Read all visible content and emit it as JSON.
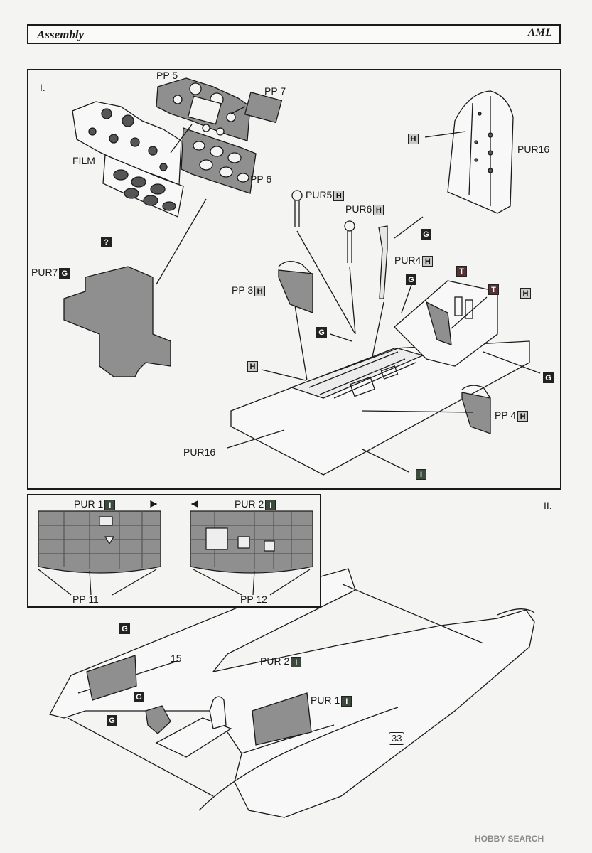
{
  "header": {
    "title": "Assembly",
    "logo": "AML"
  },
  "section1": {
    "number": "I.",
    "labels": {
      "pp5": "PP 5",
      "pp7": "PP 7",
      "film": "FILM",
      "pp6": "PP 6",
      "pur16_top": "PUR16",
      "pur5": "PUR5",
      "pur6": "PUR6",
      "pur4": "PUR4",
      "pur7": "PUR7",
      "pp3": "PP 3",
      "pp4": "PP 4",
      "pur16_bottom": "PUR16"
    },
    "badges": {
      "question": "?",
      "h": "H",
      "g": "G",
      "t": "T",
      "i": "I"
    }
  },
  "section2": {
    "number": "II.",
    "labels": {
      "pur1": "PUR 1",
      "pur2": "PUR 2",
      "pp11": "PP 11",
      "pp12": "PP 12",
      "step15": "15",
      "pur2_main": "PUR 2",
      "pur1_main": "PUR 1",
      "code33": "33"
    },
    "badges": {
      "i": "I",
      "g": "G"
    }
  },
  "watermark": "HOBBY SEARCH",
  "colors": {
    "line": "#1a1a1a",
    "part_fill": "#8f8f8f",
    "badge_light": "#c9c9c9",
    "badge_dark": "#222222",
    "badge_green": "#3b4a3b",
    "badge_maroon": "#5a3030"
  }
}
